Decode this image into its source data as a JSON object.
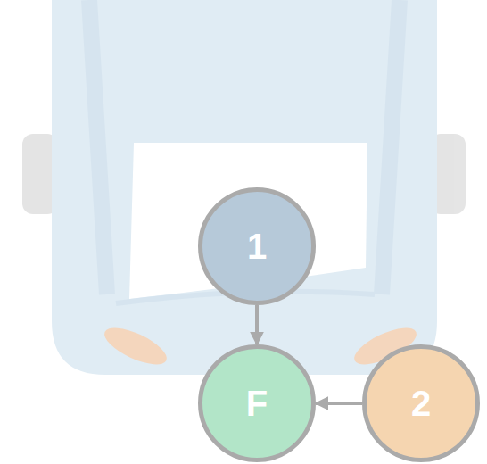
{
  "diagram": {
    "nodes": [
      {
        "text": [
          "1"
        ]
      },
      {
        "text": [
          "F"
        ]
      },
      {
        "text": [
          "2"
        ]
      }
    ],
    "edges": [
      {
        "from": 0,
        "to": 1,
        "arrow": "to"
      },
      {
        "from": 2,
        "to": 1,
        "arrow": "to"
      }
    ]
  }
}
